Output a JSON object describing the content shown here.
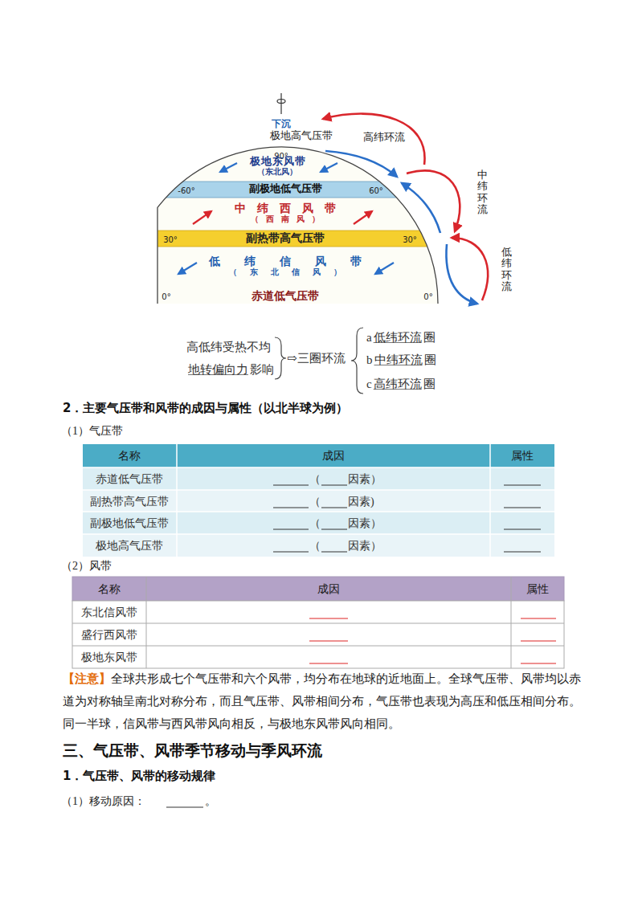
{
  "diagram": {
    "nodes": [
      {
        "text": [
          "极地东风带",
          "（东北风）"
        ]
      },
      {
        "text": [
          "副极地低气压带"
        ]
      },
      {
        "text": [
          "中纬西风带",
          "（西南风）"
        ]
      },
      {
        "text": [
          "副热带高气压带"
        ]
      },
      {
        "text": [
          "低纬信风带",
          "（东北信风）"
        ]
      },
      {
        "text": [
          "赤道低气压带"
        ]
      }
    ],
    "labels": [
      "下沉",
      "极地高气压带",
      "90°",
      "高纬环流",
      "-60°",
      "60°",
      "30°",
      "30°",
      "0°",
      "0°",
      "中纬环流",
      "低纬环流",
      "高低纬受热不均",
      "地转偏向力",
      "影响",
      "⇨三圈环流",
      "a",
      "低纬环流",
      "圈",
      "b",
      "中纬环流",
      "圈",
      "c",
      "高纬环流",
      "圈",
      "2．主要气压带和风带的成因与属性（以北半球为例）",
      "（1）气压带",
      "名称",
      "成因",
      "属性",
      "赤道低气压带",
      "（",
      "因素）",
      "副热带高气压带",
      "（",
      "因素)",
      "副极地低气压带",
      "（",
      "因素）",
      "极地高气压带",
      "（",
      "因素）",
      "（2）风带",
      "名称",
      "成因",
      "属性",
      "东北信风带",
      "盛行西风带",
      "极地东风带",
      "【注意】",
      "全球共形成七个气压带和六个风带，均分布在地球的近地面上。全球气压带、风带均以赤道为对称轴呈南北对称分布，而且气压带、风带相间分布，气压带也表现为高压和低压相间分布。同一半球，信风带与西风带风向相反，与极地东风带风向相同。",
      "三、气压带、风带季节移动与季风环流",
      "1．气压带、风带的移动规律",
      "（1）移动原因：",
      "。"
    ]
  }
}
